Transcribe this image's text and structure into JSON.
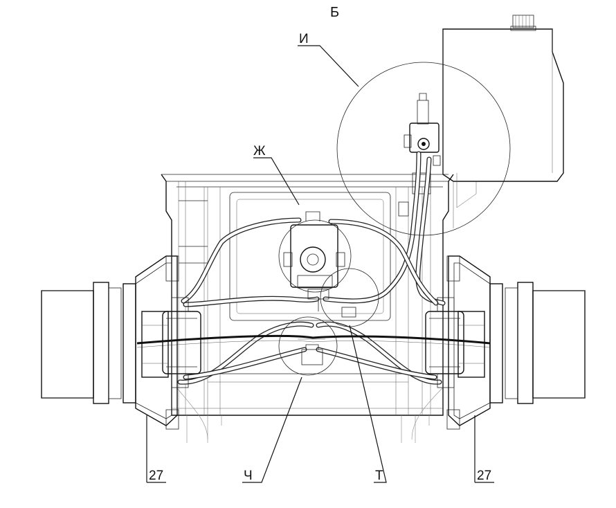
{
  "view_title": "Б",
  "callouts": {
    "i": "И",
    "zh": "Ж",
    "ch": "Ч",
    "t": "Т",
    "left_27": "27",
    "right_27": "27"
  }
}
